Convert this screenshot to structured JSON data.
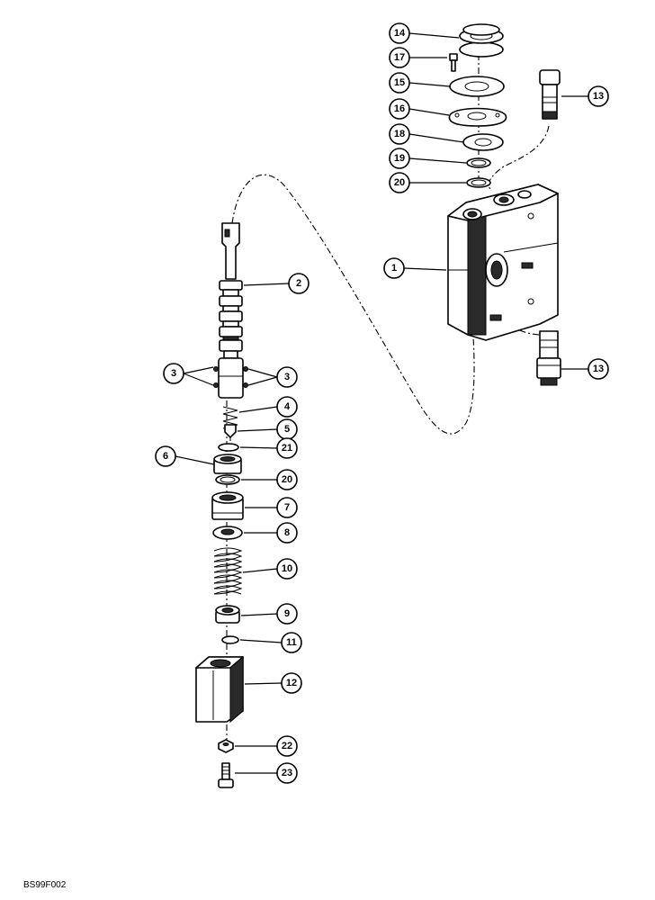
{
  "figure_code": "BS99F002",
  "callouts": [
    "1",
    "2",
    "3",
    "3",
    "4",
    "5",
    "6",
    "7",
    "8",
    "9",
    "10",
    "11",
    "12",
    "13",
    "13",
    "14",
    "15",
    "16",
    "17",
    "18",
    "19",
    "20",
    "20",
    "21",
    "22",
    "23"
  ]
}
